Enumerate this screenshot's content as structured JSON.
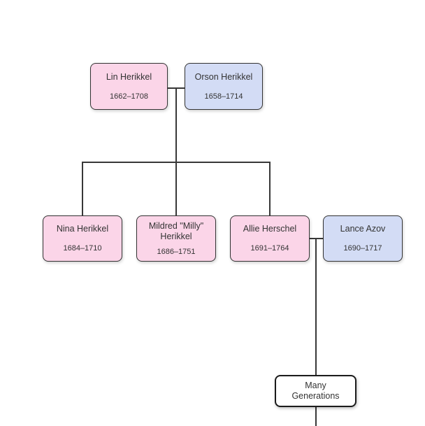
{
  "diagram": {
    "kind": "family-tree",
    "nodes": [
      {
        "id": "lin",
        "name": "Lin Herikkel",
        "dates": "1662–1708",
        "gender_color": "pink"
      },
      {
        "id": "orson",
        "name": "Orson Herikkel",
        "dates": "1658–1714",
        "gender_color": "blue"
      },
      {
        "id": "nina",
        "name": "Nina Herikkel",
        "dates": "1684–1710",
        "gender_color": "pink"
      },
      {
        "id": "mildred",
        "name": "Mildred \"Milly\" Herikkel",
        "dates": "1686–1751",
        "gender_color": "pink"
      },
      {
        "id": "allie",
        "name": "Allie Herschel",
        "dates": "1691–1764",
        "gender_color": "pink"
      },
      {
        "id": "lance",
        "name": "Lance Azov",
        "dates": "1690–1717",
        "gender_color": "blue"
      },
      {
        "id": "many",
        "name": "Many Generations",
        "dates": "",
        "gender_color": "none"
      }
    ],
    "relationships": {
      "couples": [
        {
          "partners": [
            "Lin Herikkel",
            "Orson Herikkel"
          ],
          "children": [
            "Nina Herikkel",
            "Mildred \"Milly\" Herikkel",
            "Allie Herschel"
          ]
        },
        {
          "partners": [
            "Allie Herschel",
            "Lance Azov"
          ],
          "children": [
            "Many Generations"
          ]
        }
      ]
    },
    "colors": {
      "pink_fill": "#fbd5e8",
      "blue_fill": "#d3dcf5",
      "plain_fill": "#ffffff",
      "node_border": "#333333",
      "edge_line": "#383838",
      "text": "#333333",
      "background": "#ffffff"
    }
  }
}
